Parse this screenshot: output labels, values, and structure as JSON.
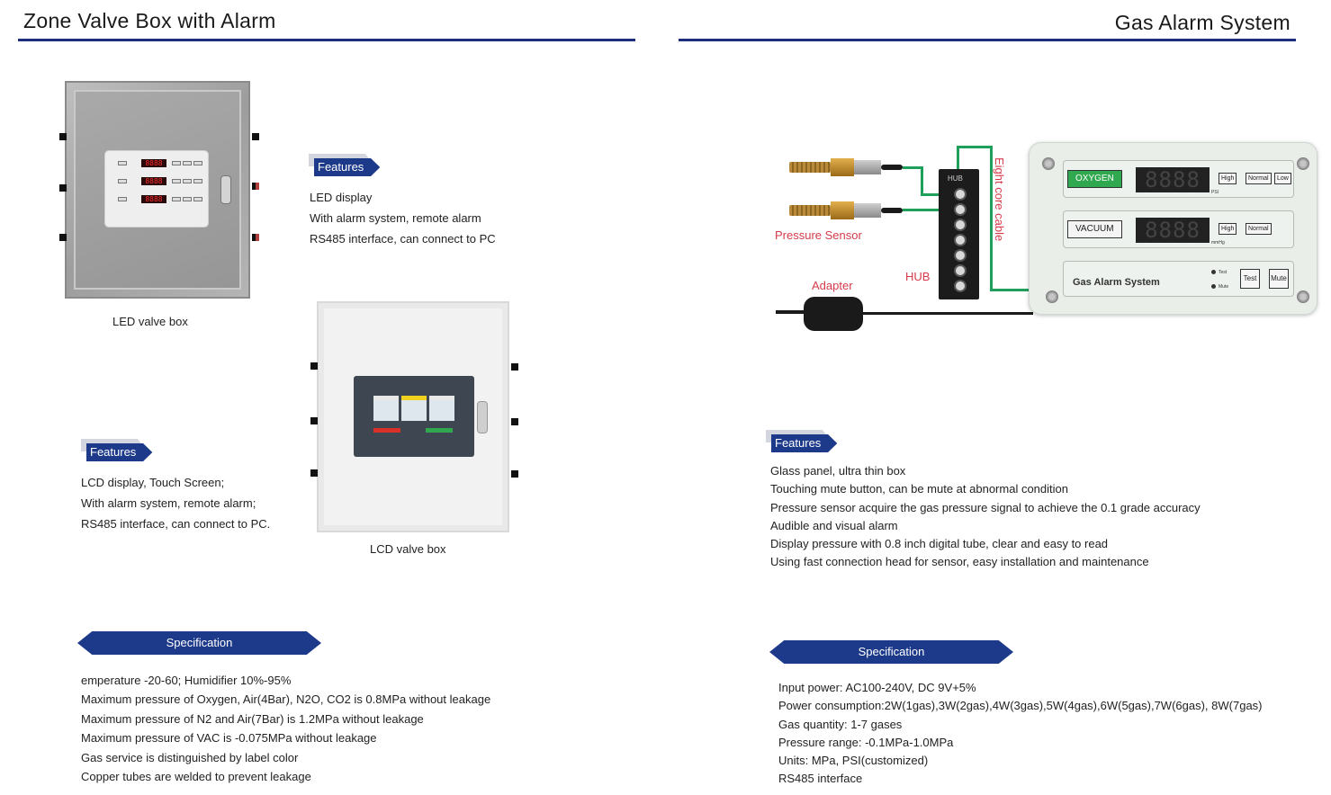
{
  "left": {
    "title": "Zone Valve Box with Alarm",
    "led": {
      "caption": "LED valve box",
      "digits": [
        "8888",
        "8888",
        "8888"
      ],
      "features_label": "Features",
      "features": [
        "LED display",
        "With alarm system, remote alarm",
        "RS485 interface, can connect to PC"
      ]
    },
    "lcd": {
      "caption": "LCD valve box",
      "features_label": "Features",
      "features": [
        "LCD display, Touch Screen;",
        "With alarm system, remote alarm;",
        "RS485 interface, can connect to PC."
      ]
    },
    "spec_label": "Specification",
    "specs": [
      "emperature -20-60;   Humidifier 10%-95%",
      "Maximum pressure of Oxygen, Air(4Bar), N2O, CO2 is 0.8MPa without leakage",
      "Maximum pressure of N2 and Air(7Bar) is 1.2MPa without leakage",
      "Maximum pressure of VAC is -0.075MPa without leakage",
      "Gas service is distinguished by label color",
      "Copper tubes are welded to prevent leakage"
    ]
  },
  "right": {
    "title": "Gas Alarm System",
    "diagram": {
      "pressure_sensor_label": "Pressure Sensor",
      "hub_label": "HUB",
      "hub_text": "HUB",
      "adapter_label": "Adapter",
      "cable_label": "Eight core cable",
      "panel": {
        "row1_label": "OXYGEN",
        "row1_digits": "8888",
        "row1_unit": "PSI",
        "row1_buttons": [
          "High",
          "Normal",
          "Low"
        ],
        "row2_label": "VACUUM",
        "row2_digits": "8888",
        "row2_unit": "mmHg",
        "row2_buttons": [
          "High",
          "Normal"
        ],
        "system_title": "Gas Alarm System",
        "led_test": "Test",
        "led_mute": "Mute",
        "btn_test": "Test",
        "btn_mute": "Mute"
      },
      "colors": {
        "wire": "#1fa05a",
        "label_red": "#d63a4a",
        "oxygen_label_bg": "#2fa84f"
      }
    },
    "features_label": "Features",
    "features": [
      "Glass panel, ultra thin box",
      "Touching mute button, can be mute at abnormal condition",
      "Pressure sensor acquire the gas pressure signal to achieve the 0.1 grade accuracy",
      "Audible and visual alarm",
      "Display pressure with 0.8 inch digital tube, clear and easy to read",
      "Using fast connection head for sensor, easy installation and maintenance"
    ],
    "spec_label": "Specification",
    "specs": [
      "Input power: AC100-240V, DC 9V+5%",
      "Power consumption:2W(1gas),3W(2gas),4W(3gas),5W(4gas),6W(5gas),7W(6gas), 8W(7gas)",
      "Gas quantity: 1-7 gases",
      "Pressure range: -0.1MPa-1.0MPa",
      "Units: MPa, PSI(customized)",
      "RS485 interface"
    ]
  },
  "colors": {
    "accent": "#1d2f7c",
    "tag": "#1d3a8a"
  }
}
